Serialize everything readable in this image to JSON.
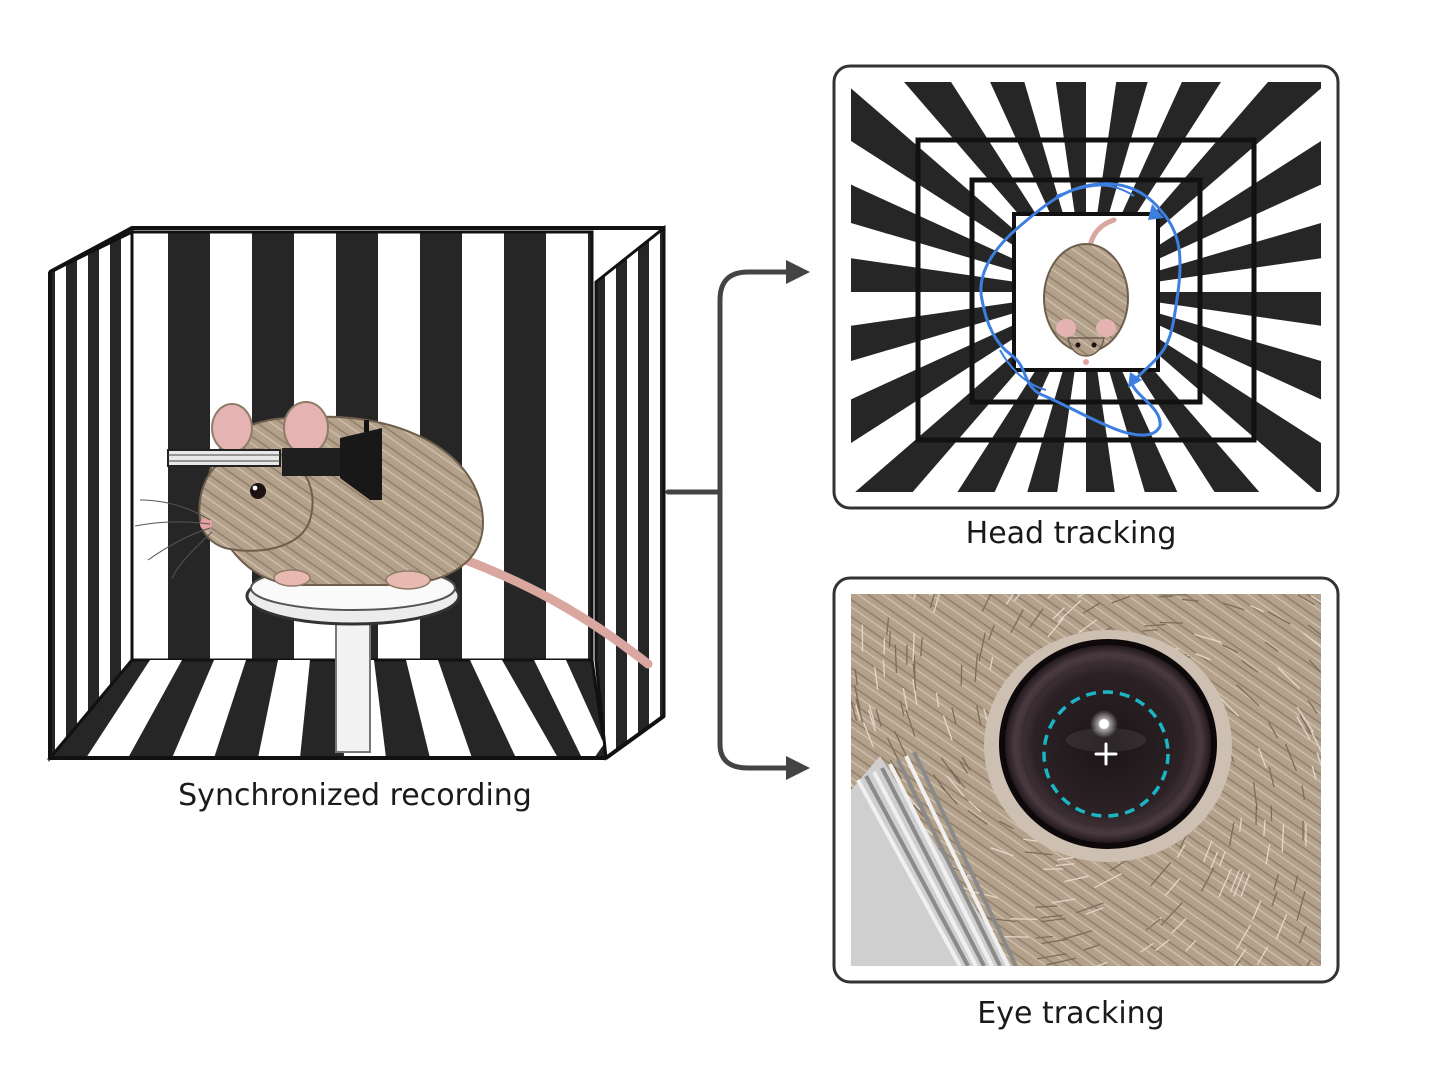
{
  "captions": {
    "left": "Synchronized recording",
    "head": "Head tracking",
    "eye": "Eye tracking"
  },
  "colors": {
    "stripe_dark": "#262626",
    "stripe_light": "#ffffff",
    "mouse_fur": "#a89680",
    "mouse_ear": "#e6b3b3",
    "tail": "#d9a6a0",
    "trajectory": "#3d7fe0",
    "pupil_circle": "#1bb5c4",
    "connector": "#444444"
  },
  "icons": {
    "arrow_top": "arrow-right-icon",
    "arrow_bottom": "arrow-right-icon",
    "pupil_center": "crosshair-icon"
  }
}
